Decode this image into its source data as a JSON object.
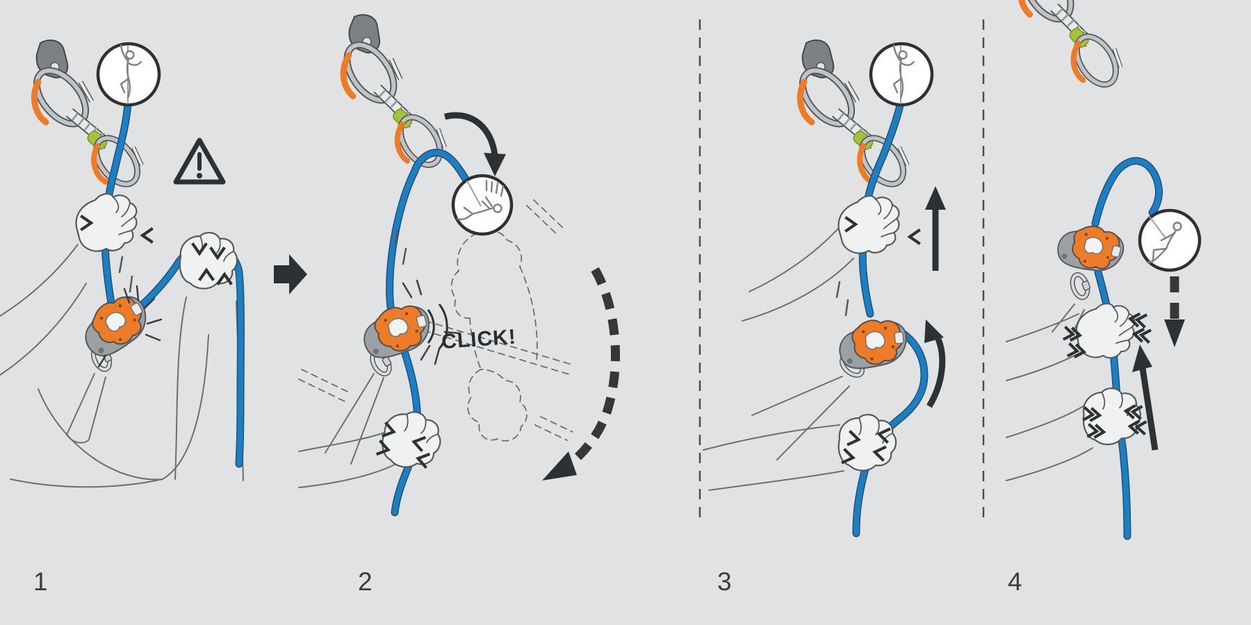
{
  "figure": {
    "type": "belay-device-instruction-diagram",
    "steps": [
      {
        "number": "1"
      },
      {
        "number": "2",
        "sound_label": "CLICK!"
      },
      {
        "number": "3"
      },
      {
        "number": "4"
      }
    ]
  },
  "icons": {
    "warning-icon": "⚠",
    "next-step-arrow-icon": "➡",
    "climbing-figure-icon": "climber ascending",
    "falling-figure-icon": "climber falling",
    "lowering-figure-icon": "climber lowering",
    "rotate-arrow-icon": "curved arrow",
    "swing-dashed-arrow-icon": "dashed curved arrow",
    "pull-up-arrow-icon": "straight arrow up",
    "lower-dashed-arrow-icon": "dashed arrow down"
  },
  "colors": {
    "background": "#e1e2e3",
    "rope_blue": "#1c7fc4",
    "device_orange": "#ee7c26",
    "keeper_green": "#a2c43c",
    "metal_gray": "#b9bdc0",
    "outline_dark": "#2e3133",
    "hand_fill": "#f0f1f1"
  }
}
